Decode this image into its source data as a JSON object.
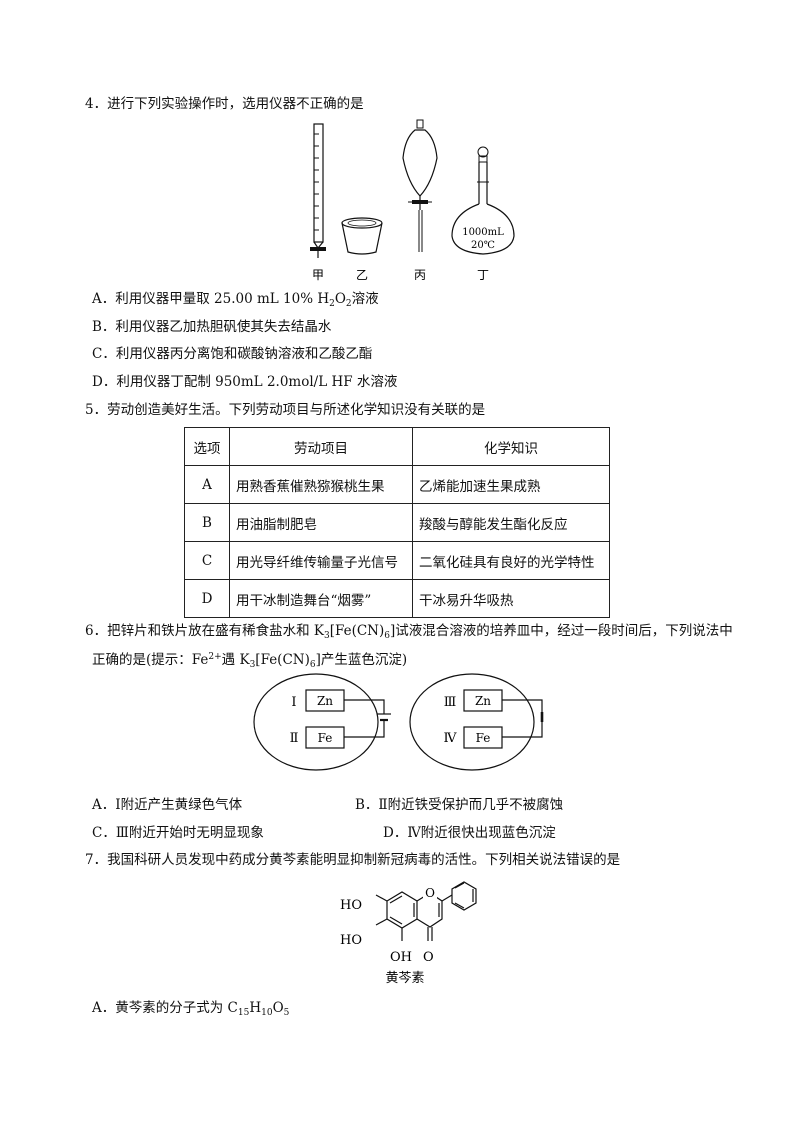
{
  "q4": {
    "stem": "4．进行下列实验操作时，选用仪器不正确的是",
    "labels": [
      "甲",
      "乙",
      "丙",
      "丁"
    ],
    "flask_volume": "1000mL",
    "flask_temp": "20℃",
    "opt_a_pre": "A．利用仪器甲量取 25.00 mL 10% H",
    "opt_a_sub1": "2",
    "opt_a_mid": "O",
    "opt_a_sub2": "2",
    "opt_a_post": "溶液",
    "opt_b": "B．利用仪器乙加热胆矾使其失去结晶水",
    "opt_c": "C．利用仪器丙分离饱和碳酸钠溶液和乙酸乙酯",
    "opt_d": "D．利用仪器丁配制 950mL 2.0mol/L HF 水溶液"
  },
  "q5": {
    "stem": "5．劳动创造美好生活。下列劳动项目与所述化学知识没有关联的是",
    "headers": [
      "选项",
      "劳动项目",
      "化学知识"
    ],
    "rows": [
      [
        "A",
        "用熟香蕉催熟猕猴桃生果",
        "乙烯能加速生果成熟"
      ],
      [
        "B",
        "用油脂制肥皂",
        "羧酸与醇能发生酯化反应"
      ],
      [
        "C",
        "用光导纤维传输量子光信号",
        "二氧化硅具有良好的光学特性"
      ],
      [
        "D",
        "用干冰制造舞台“烟雾”",
        "干冰易升华吸热"
      ]
    ]
  },
  "q6": {
    "stem_pre": "6．把锌片和铁片放在盛有稀食盐水和 K",
    "stem_sub1": "3",
    "stem_mid": "[Fe(CN)",
    "stem_sub2": "6",
    "stem_post": "]试液混合溶液的培养皿中，经过一段时间后，下列说法中",
    "line2_pre": "正确的是(提示：Fe",
    "line2_sup": "2+",
    "line2_mid": "遇 K",
    "line2_sub1": "3",
    "line2_mid2": "[Fe(CN)",
    "line2_sub2": "6",
    "line2_post": "]产生蓝色沉淀)",
    "region_labels": [
      "Ⅰ",
      "Ⅱ",
      "Ⅲ",
      "Ⅳ"
    ],
    "metal_zn": "Zn",
    "metal_fe": "Fe",
    "opt_a": "A．Ⅰ附近产生黄绿色气体",
    "opt_b": "B．Ⅱ附近铁受保护而几乎不被腐蚀",
    "opt_c": "C．Ⅲ附近开始时无明显现象",
    "opt_d": "D．Ⅳ附近很快出现蓝色沉淀"
  },
  "q7": {
    "stem": "7．我国科研人员发现中药成分黄芩素能明显抑制新冠病毒的活性。下列相关说法错误的是",
    "oh": "HO",
    "oh_r": "OH",
    "o": "O",
    "name": "黄芩素",
    "opt_a_pre": "A．黄芩素的分子式为 C",
    "opt_a_sub1": "15",
    "opt_a_mid": "H",
    "opt_a_sub2": "10",
    "opt_a_mid2": "O",
    "opt_a_sub3": "5"
  }
}
